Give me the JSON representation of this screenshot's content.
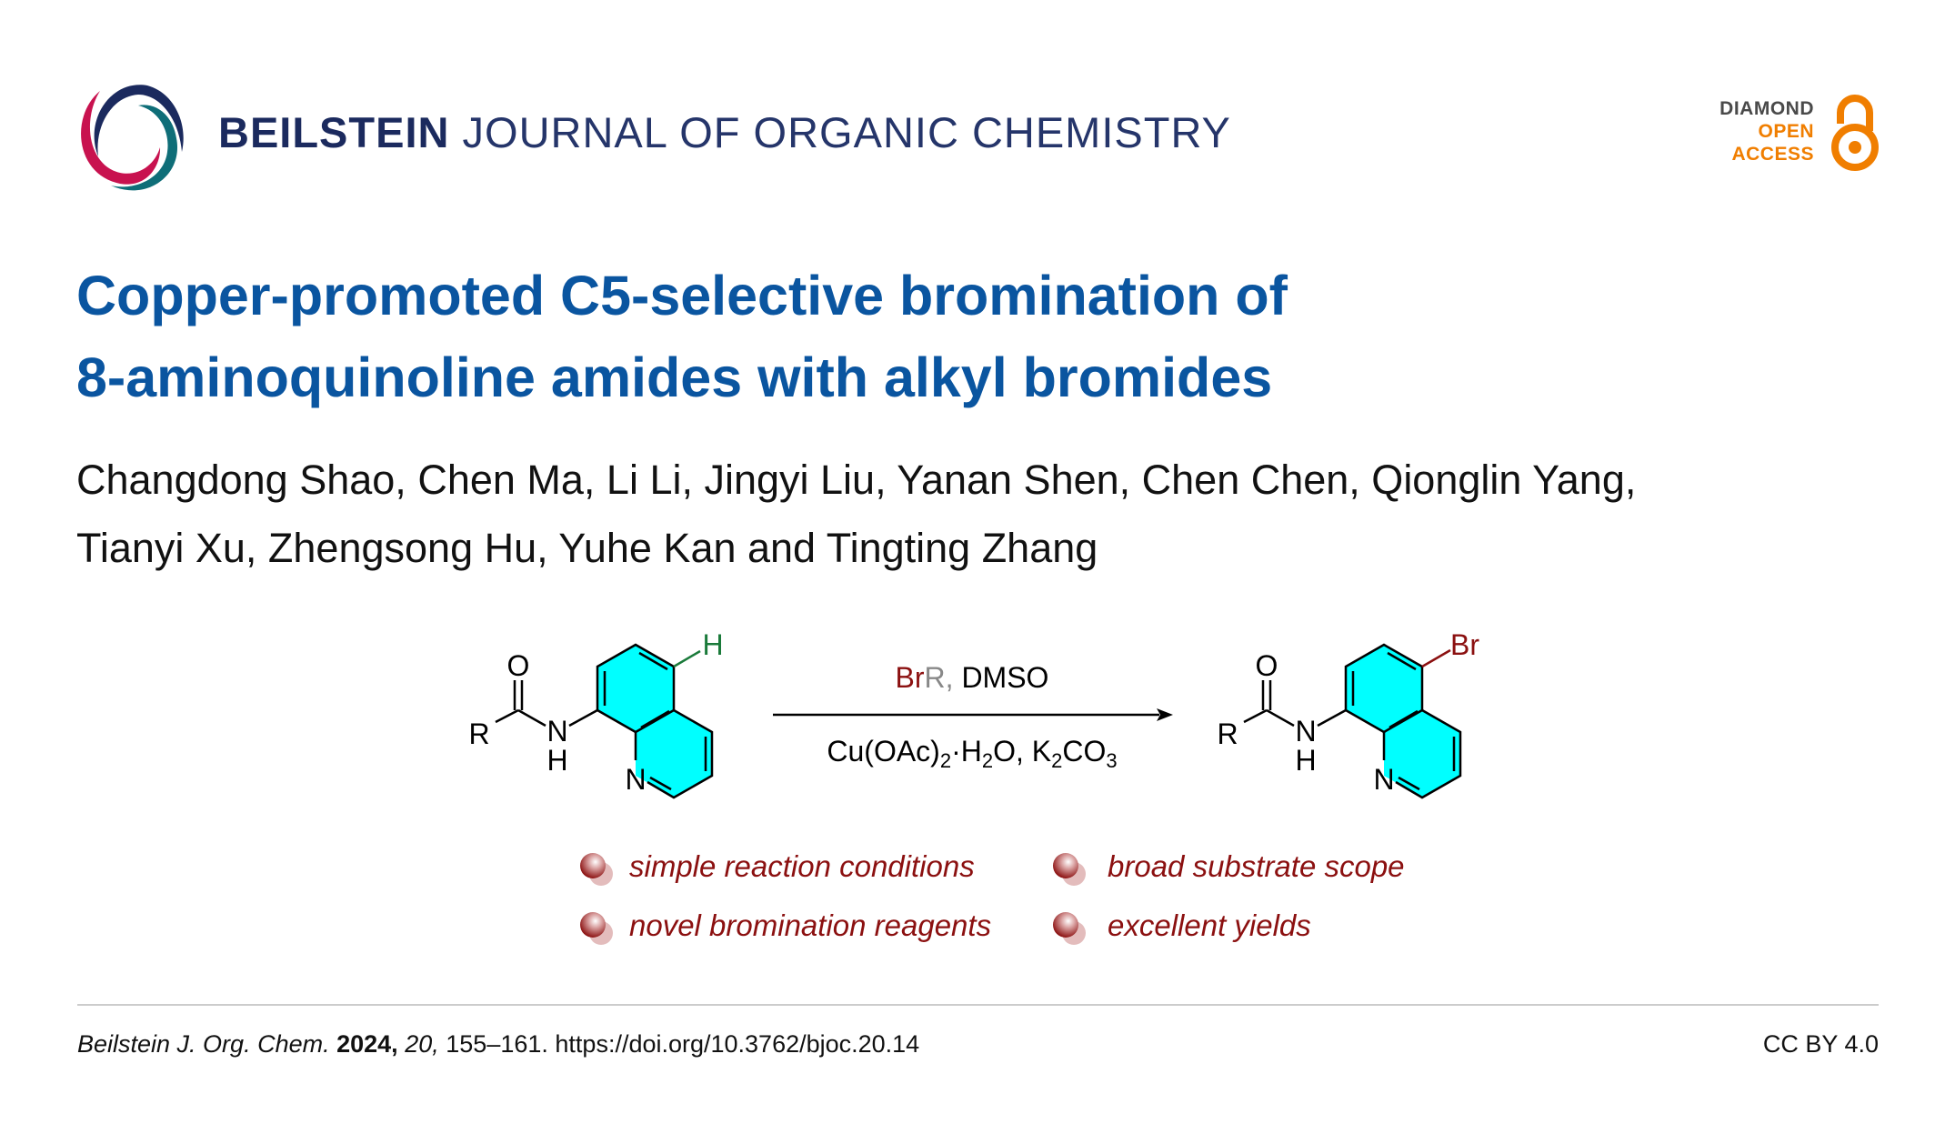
{
  "header": {
    "journal_bold": "BEILSTEIN",
    "journal_rest": "JOURNAL OF ORGANIC CHEMISTRY",
    "badge": {
      "line1": "DIAMOND",
      "line2": "OPEN",
      "line3": "ACCESS"
    },
    "logo_icon": "beilstein-swirl-logo",
    "badge_icon": "open-access-lock-icon"
  },
  "article": {
    "title_line1": "Copper-promoted C5-selective bromination of",
    "title_line2": "8-aminoquinoline amides with alkyl bromides",
    "authors_line1": "Changdong Shao, Chen Ma, Li Li, Jingyi Liu, Yanan Shen, Chen Chen, Qionglin Yang,",
    "authors_line2": "Tianyi Xu, Zhengsong Hu, Yuhe Kan and Tingting Zhang"
  },
  "scheme": {
    "reactant_labels": {
      "R": "R",
      "O": "O",
      "N": "N",
      "H": "H",
      "ring_N": "N",
      "C5_H": "H"
    },
    "product_labels": {
      "R": "R",
      "O": "O",
      "N": "N",
      "H": "H",
      "ring_N": "N",
      "C5_Br": "Br"
    },
    "reagent_top": {
      "br": "Br",
      "r": "R,",
      "rest": " DMSO"
    },
    "reagent_bottom": {
      "a": "Cu(OAc)",
      "sub1": "2",
      "b": "·H",
      "sub2": "2",
      "c": "O, K",
      "sub3": "2",
      "d": "CO",
      "sub4": "3"
    },
    "colors": {
      "ring_fill": "#00ffff",
      "h_color": "#1a7a3a",
      "br_color": "#8b1010",
      "r_gray": "#888888"
    }
  },
  "highlights": [
    "simple reaction conditions",
    "broad substrate scope",
    "novel bromination reagents",
    "excellent yields"
  ],
  "footer": {
    "journal_abbrev": "Beilstein J. Org. Chem.",
    "year": "2024,",
    "volume": "20,",
    "pages": "155–161.",
    "doi": "https://doi.org/10.3762/bjoc.20.14",
    "license": "CC BY 4.0"
  }
}
